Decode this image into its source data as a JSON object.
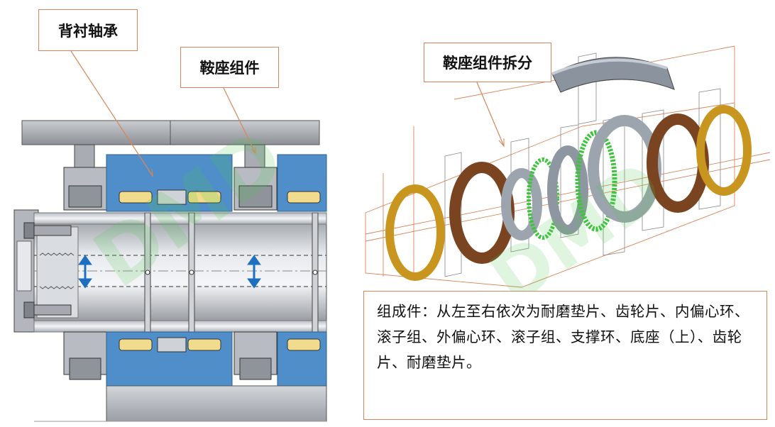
{
  "labels": {
    "backing_bearing": "背衬轴承",
    "saddle_assembly": "鞍座组件",
    "saddle_exploded": "鞍座组件拆分"
  },
  "description": "组成件：从左至右依次为耐磨垫片、齿轮片、内偏心环、滚子组、外偏心环、滚子组、支撑环、底座（上）、齿轮片、耐磨垫片。",
  "watermark": "DMD",
  "colors": {
    "bearing_blue": "#4f8ec9",
    "shaft_gray": "#c4c9d0",
    "roller_yellow": "#f0dc8c",
    "wear_pad_gold": "#c8961e",
    "gear_brown": "#7a4420",
    "gear_green": "#3dc43d",
    "ring_gray": "#9ca4ae",
    "callout_border": "#d9855a",
    "arrow_blue": "#1f6fc0"
  }
}
